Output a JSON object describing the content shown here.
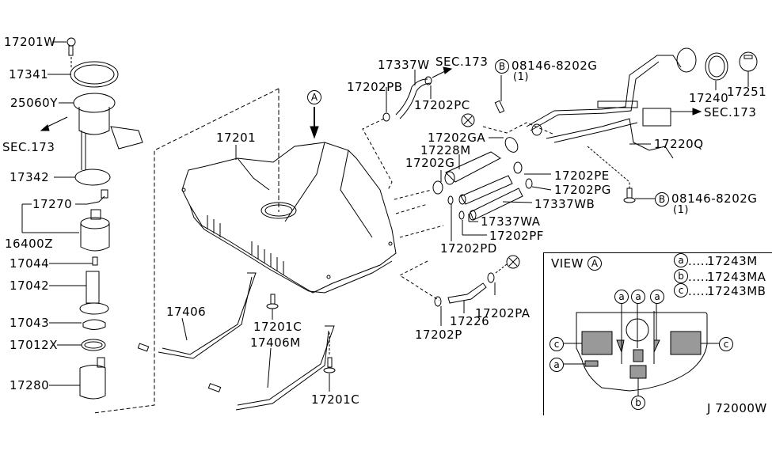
{
  "diagram": {
    "type": "exploded-parts-diagram",
    "subject": "Fuel tank assembly",
    "figure_code": "J 72000W"
  },
  "labels": {
    "p17201W": "17201W",
    "p17341": "17341",
    "p25060Y": "25060Y",
    "sec173_left": "SEC.173",
    "p17342": "17342",
    "p17270": "17270",
    "p16400Z": "16400Z",
    "p17044": "17044",
    "p17042": "17042",
    "p17043": "17043",
    "p17012X": "17012X",
    "p17280": "17280",
    "p17201": "17201",
    "view_a_marker": "A",
    "p17406": "17406",
    "p17201C_a": "17201C",
    "p17406M": "17406M",
    "p17201C_b": "17201C",
    "p17337W": "17337W",
    "sec173_top": "SEC.173",
    "p17202PB": "17202PB",
    "p17202PC": "17202PC",
    "bolt_b_top": "08146-8202G",
    "bolt_b_top_qty": "(1)",
    "bolt_b_marker": "B",
    "x_marker": "X",
    "p17202GA": "17202GA",
    "p17228M": "17228M",
    "p17202G": "17202G",
    "p17202PE": "17202PE",
    "p17202PG": "17202PG",
    "p17337WB": "17337WB",
    "p17337WA": "17337WA",
    "p17202PF": "17202PF",
    "p17202PD": "17202PD",
    "p17240": "17240",
    "p17251": "17251",
    "sec173_right": "SEC.173",
    "p17220Q": "17220Q",
    "bolt_b_right": "08146-8202G",
    "bolt_b_right_qty": "(1)",
    "p17202PA": "17202PA",
    "p17226": "17226",
    "p17202P": "17202P"
  },
  "view_a": {
    "title": "VIEW",
    "marker": "A",
    "legend": [
      {
        "key": "a",
        "dots": ".....",
        "part": "17243M"
      },
      {
        "key": "b",
        "dots": ".....",
        "part": "17243MA"
      },
      {
        "key": "c",
        "dots": ".....",
        "part": "17243MB"
      }
    ]
  }
}
